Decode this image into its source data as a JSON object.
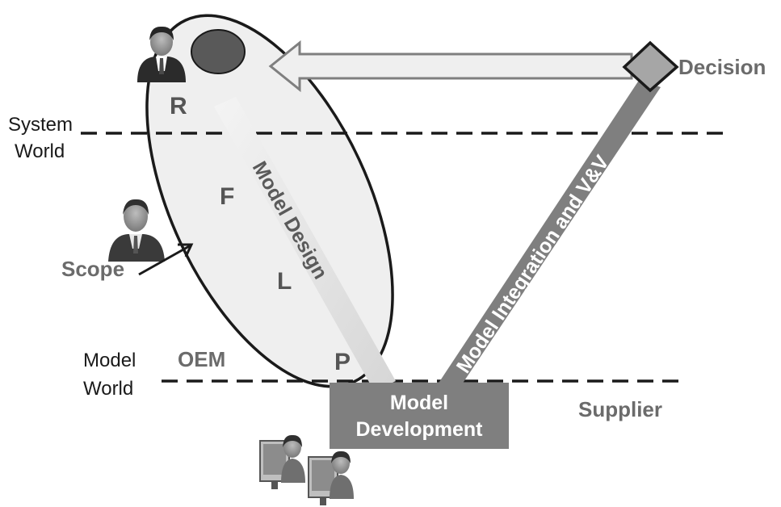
{
  "labels": {
    "decision": "Decision",
    "system_world_line1": "System",
    "system_world_line2": "World",
    "model_world_line1": "Model",
    "model_world_line2": "World",
    "scope": "Scope",
    "oem": "OEM",
    "supplier": "Supplier",
    "model_design": "Model Design",
    "model_integration": "Model Integration and V&V",
    "model_development_line1": "Model",
    "model_development_line2": "Development",
    "level_r": "R",
    "level_f": "F",
    "level_l": "L",
    "level_p": "P"
  },
  "icons": {
    "top_person": "businessman-icon",
    "scope_person": "businessman-icon",
    "developers": "developers-at-computers-icon",
    "decision": "diamond-icon"
  },
  "colors": {
    "ellipse_fill": "#efefef",
    "dark_grey": "#7f7f7f",
    "arrow_fill": "#efefef",
    "diamond_fill": "#a6a6a6",
    "circle_fill": "#595959",
    "text_grey": "#6b6b6b"
  }
}
